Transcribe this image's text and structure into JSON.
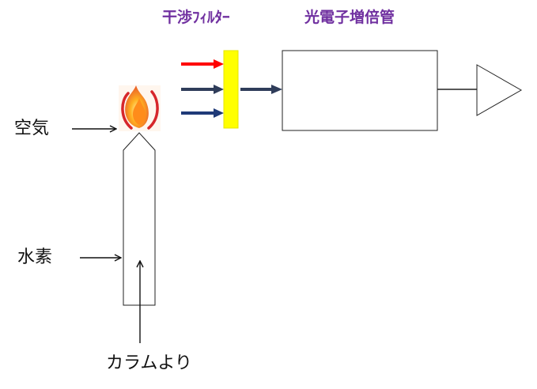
{
  "labels": {
    "filter": "干渉ﾌｨﾙﾀｰ",
    "pmt": "光電子増倍管",
    "air": "空気",
    "hydrogen": "水素",
    "from_column": "カラムより"
  },
  "colors": {
    "title_text": "#7030a0",
    "filter_fill": "#ffff00",
    "arrow_red": "#ff0000",
    "arrow_navy": "#2f3d5a",
    "arrow_blue": "#1f3a78",
    "flame_outer": "#e8572b",
    "flame_inner": "#ffb020"
  },
  "icons": {
    "flame": "flame-icon",
    "amplifier": "amplifier-triangle-icon"
  }
}
